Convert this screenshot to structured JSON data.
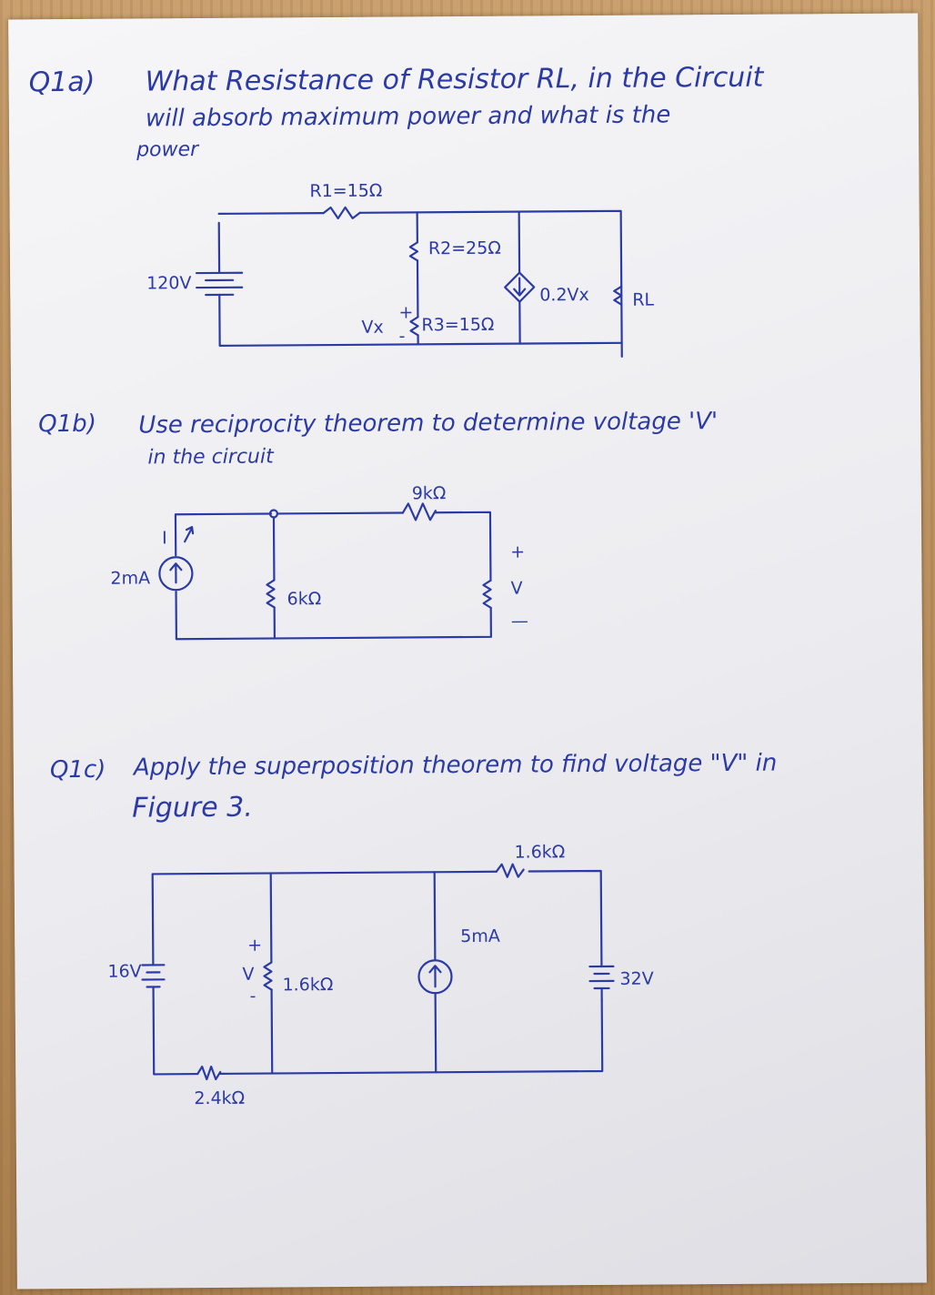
{
  "q1a": {
    "label": "Q1a)",
    "line1": "What Resistance of Resistor RL, in the Circuit",
    "line2": "will absorb maximum power and what is the",
    "line3": "power",
    "r1": "R1=15Ω",
    "r2": "R2=25Ω",
    "r3": "R3=15Ω",
    "source": "120V",
    "dep_source": "0.2Vx",
    "rl": "RL",
    "vx": "Vx",
    "plus": "+",
    "minus": "-"
  },
  "q1b": {
    "label": "Q1b)",
    "line1": "Use reciprocity theorem to determine voltage 'V'",
    "line2": "in the circuit",
    "r9": "9kΩ",
    "r6": "6kΩ",
    "current": "2mA",
    "i_label": "I",
    "v_label": "V",
    "plus": "+",
    "minus": "—"
  },
  "q1c": {
    "label": "Q1c)",
    "line1": "Apply the superposition theorem to find voltage \"V\" in",
    "line2": "Figure 3.",
    "r_top": "1.6kΩ",
    "r_mid": "1.6kΩ",
    "r_bot": "2.4kΩ",
    "v16": "16V",
    "v32": "32V",
    "i5": "5mA",
    "v_label": "V",
    "plus": "+",
    "minus": "-"
  }
}
